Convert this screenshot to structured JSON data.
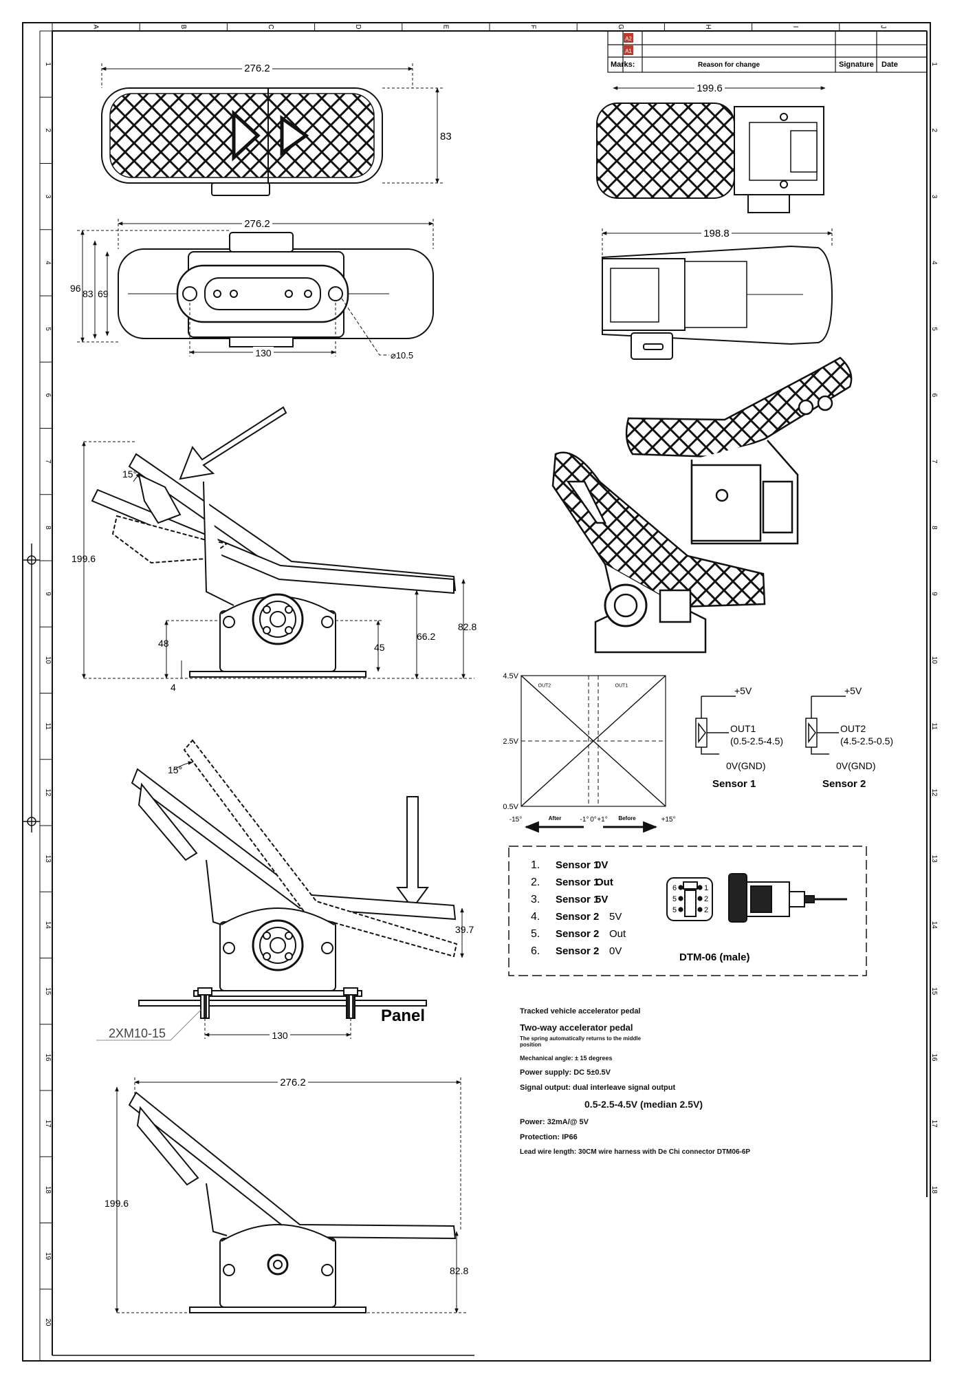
{
  "title_block": {
    "rev_marks": [
      "A2",
      "A1"
    ],
    "marks_label": "Marks:",
    "reason_label": "Reason for change",
    "signature_label": "Signature",
    "date_label": "Date"
  },
  "grid": {
    "columns": [
      "A",
      "B",
      "C",
      "D",
      "E",
      "F",
      "G",
      "H",
      "I",
      "J"
    ],
    "rows": [
      "1",
      "2",
      "3",
      "4",
      "5",
      "6",
      "7",
      "8",
      "9",
      "10",
      "11",
      "12",
      "13",
      "14",
      "15",
      "16",
      "17",
      "18",
      "19",
      "20"
    ]
  },
  "dimensions": {
    "top_length": "276.2",
    "top_height": "83",
    "side_length": "199.6",
    "bottom_length": "276.2",
    "bottom_h1": "96",
    "bottom_h2": "83",
    "bottom_h3": "69",
    "bottom_hole_spacing": "130",
    "bottom_hole_dia": "⌀10.5",
    "right_bottom_length": "198.8",
    "side1_angle": "15°",
    "side1_height": "199.6",
    "side1_h48": "48",
    "side1_h4": "4",
    "side1_h45": "45",
    "side1_h662": "66.2",
    "side1_h828": "82.8",
    "side2_angle": "15°",
    "side2_h397": "39.7",
    "side2_screw": "2XM10-15",
    "side2_spacing": "130",
    "panel_label": "Panel",
    "side3_length": "276.2",
    "side3_height": "199.6",
    "side3_h828": "82.8"
  },
  "chart_data": {
    "type": "line",
    "x_ticks": [
      "-15°",
      "-1°",
      "0°",
      "+1°",
      "+15°"
    ],
    "y_ticks": [
      "4.5V",
      "2.5V",
      "0.5V"
    ],
    "x_arrow_labels": [
      "After",
      "Before"
    ],
    "series": [
      {
        "name": "OUT2",
        "points": [
          [
            -15,
            4.5
          ],
          [
            15,
            0.5
          ]
        ]
      },
      {
        "name": "OUT1",
        "points": [
          [
            -15,
            0.5
          ],
          [
            15,
            4.5
          ]
        ]
      }
    ],
    "xlim": [
      -15,
      15
    ],
    "ylim": [
      0.5,
      4.5
    ]
  },
  "sensors": [
    {
      "supply": "+5V",
      "out": "OUT1",
      "range": "(0.5-2.5-4.5)",
      "gnd": "0V(GND)",
      "title": "Sensor 1"
    },
    {
      "supply": "+5V",
      "out": "OUT2",
      "range": "(4.5-2.5-0.5)",
      "gnd": "0V(GND)",
      "title": "Sensor 2"
    }
  ],
  "pinout": [
    {
      "num": "1.",
      "name": "Sensor 1",
      "sig": "0V"
    },
    {
      "num": "2.",
      "name": "Sensor 1",
      "sig": "Out"
    },
    {
      "num": "3.",
      "name": "Sensor 1",
      "sig": "5V"
    },
    {
      "num": "4.",
      "name": "Sensor 2",
      "sig": "5V"
    },
    {
      "num": "5.",
      "name": "Sensor 2",
      "sig": "Out"
    },
    {
      "num": "6.",
      "name": "Sensor 2",
      "sig": "0V"
    }
  ],
  "connector": {
    "label": "DTM-06 (male)",
    "pins_left": [
      "6",
      "5",
      "5"
    ],
    "pins_right": [
      "1",
      "2",
      "2"
    ]
  },
  "specs": {
    "product": "Tracked vehicle accelerator pedal",
    "type": "Two-way accelerator pedal",
    "spring": "The spring automatically returns to the middle position",
    "angle": "Mechanical angle: ± 15 degrees",
    "supply": "Power supply: DC 5±0.5V",
    "signal": "Signal output: dual interleave signal output",
    "signal_range": "0.5-2.5-4.5V (median 2.5V)",
    "power": "Power: 32mA/@ 5V",
    "protection": "Protection: IP66",
    "lead": "Lead wire length: 30CM wire harness with De Chi connector DTM06-6P"
  }
}
